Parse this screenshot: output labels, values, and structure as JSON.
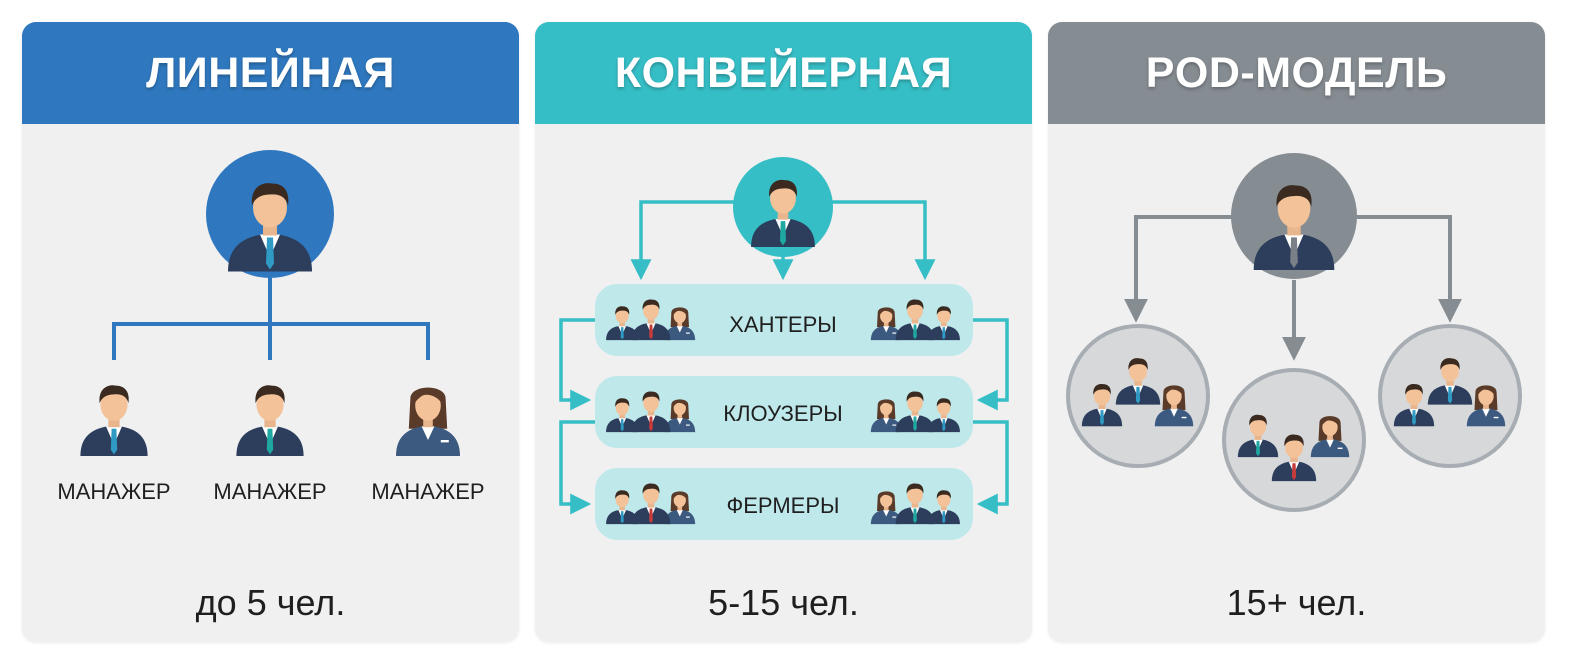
{
  "models": [
    {
      "title": "ЛИНЕЙНАЯ",
      "color": "#2f78bf",
      "members": [
        {
          "label": "МАНАЖЕР"
        },
        {
          "label": "МАНАЖЕР"
        },
        {
          "label": "МАНАЖЕР"
        }
      ],
      "size": "до 5 чел."
    },
    {
      "title": "КОНВЕЙЕРНАЯ",
      "color": "#36bec6",
      "roles": [
        {
          "label": "ХАНТЕРЫ"
        },
        {
          "label": "КЛОУЗЕРЫ"
        },
        {
          "label": "ФЕРМЕРЫ"
        }
      ],
      "size": "5-15 чел."
    },
    {
      "title": "POD-МОДЕЛЬ",
      "color": "#858c92",
      "size": "15+ чел."
    }
  ],
  "icons": {
    "head": "person-icon",
    "group": "group-icon",
    "arrow": "arrow-down-icon"
  }
}
